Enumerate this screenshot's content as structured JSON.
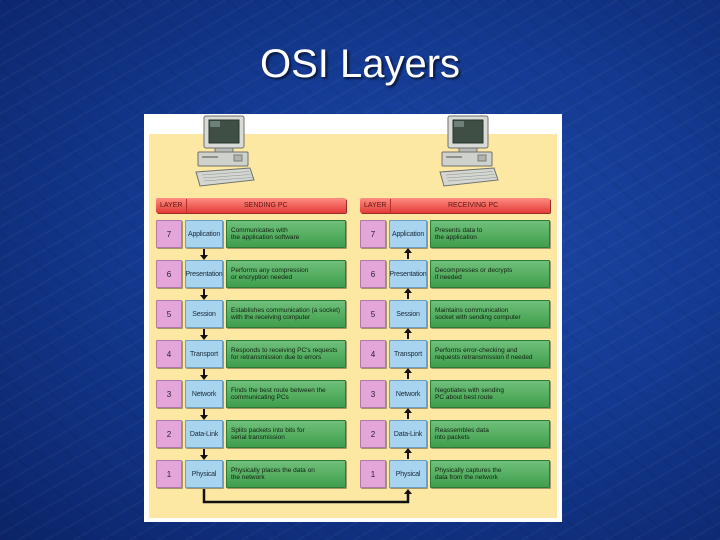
{
  "slide": {
    "title": "OSI Layers"
  },
  "figure": {
    "colors": {
      "panel": "#fde8a3",
      "header": "#e33b37",
      "layer_number": "#e4a6d8",
      "layer_name": "#a8d4ef",
      "description": "#4fb05c"
    },
    "sending": {
      "header_layer": "LAYER",
      "header_pc": "SENDING PC",
      "rows": [
        {
          "num": "7",
          "name": "Application",
          "desc_lines": [
            "Communicates with",
            "the application software"
          ]
        },
        {
          "num": "6",
          "name": "Presentation",
          "desc_lines": [
            "Performs any compression",
            "or encryption needed"
          ]
        },
        {
          "num": "5",
          "name": "Session",
          "desc_lines": [
            "Establishes communication (a socket)",
            "with the receiving computer"
          ]
        },
        {
          "num": "4",
          "name": "Transport",
          "desc_lines": [
            "Responds to receiving PC's requests",
            "for retransmission due to errors"
          ]
        },
        {
          "num": "3",
          "name": "Network",
          "desc_lines": [
            "Finds the best route between the",
            "communicating PCs"
          ]
        },
        {
          "num": "2",
          "name": "Data-Link",
          "desc_lines": [
            "Splits packets into bits for",
            "serial transmission"
          ]
        },
        {
          "num": "1",
          "name": "Physical",
          "desc_lines": [
            "Physically places the data on",
            "the network"
          ]
        }
      ]
    },
    "receiving": {
      "header_layer": "LAYER",
      "header_pc": "RECEIVING PC",
      "rows": [
        {
          "num": "7",
          "name": "Application",
          "desc_lines": [
            "Presents data to",
            "the application"
          ]
        },
        {
          "num": "6",
          "name": "Presentation",
          "desc_lines": [
            "Decompresses or decrypts",
            "if needed"
          ]
        },
        {
          "num": "5",
          "name": "Session",
          "desc_lines": [
            "Maintains communication",
            "socket with sending computer"
          ]
        },
        {
          "num": "4",
          "name": "Transport",
          "desc_lines": [
            "Performs error-checking and",
            "requests retransmission if needed"
          ]
        },
        {
          "num": "3",
          "name": "Network",
          "desc_lines": [
            "Negotiates with sending",
            "PC about best route"
          ]
        },
        {
          "num": "2",
          "name": "Data-Link",
          "desc_lines": [
            "Reassembles data",
            "into packets"
          ]
        },
        {
          "num": "1",
          "name": "Physical",
          "desc_lines": [
            "Physically captures the",
            "data from the network"
          ]
        }
      ]
    }
  }
}
